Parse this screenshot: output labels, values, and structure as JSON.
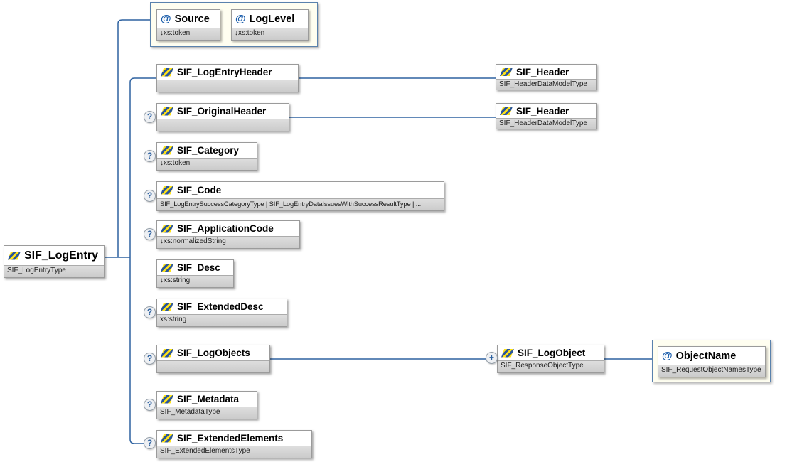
{
  "diagram": {
    "root": {
      "name": "SIF_LogEntry",
      "type": "SIF_LogEntryType"
    },
    "attribute_group": {
      "attributes": [
        {
          "name": "Source",
          "type": "↓xs:token"
        },
        {
          "name": "LogLevel",
          "type": "↓xs:token"
        }
      ]
    },
    "children": [
      {
        "name": "SIF_LogEntryHeader",
        "type": "",
        "optional": false
      },
      {
        "name": "SIF_OriginalHeader",
        "type": "",
        "optional": true
      },
      {
        "name": "SIF_Category",
        "type": "↓xs:token",
        "optional": true
      },
      {
        "name": "SIF_Code",
        "type": "SIF_LogEntrySuccessCategoryType | SIF_LogEntryDataIssuesWithSuccessResultType | ...",
        "optional": true
      },
      {
        "name": "SIF_ApplicationCode",
        "type": "↓xs:normalizedString",
        "optional": true
      },
      {
        "name": "SIF_Desc",
        "type": "↓xs:string",
        "optional": false
      },
      {
        "name": "SIF_ExtendedDesc",
        "type": "xs:string",
        "optional": true
      },
      {
        "name": "SIF_LogObjects",
        "type": "",
        "optional": true
      },
      {
        "name": "SIF_Metadata",
        "type": "SIF_MetadataType",
        "optional": true
      },
      {
        "name": "SIF_ExtendedElements",
        "type": "SIF_ExtendedElementsType",
        "optional": true
      }
    ],
    "linked": {
      "header1": {
        "name": "SIF_Header",
        "type": "SIF_HeaderDataModelType"
      },
      "header2": {
        "name": "SIF_Header",
        "type": "SIF_HeaderDataModelType"
      },
      "logobject": {
        "name": "SIF_LogObject",
        "type": "SIF_ResponseObjectType"
      },
      "objectname": {
        "name": "ObjectName",
        "type": "SIF_RequestObjectNamesType"
      }
    },
    "icons": {
      "optional": "?",
      "repeat": "+",
      "attribute": "@"
    },
    "colors": {
      "line": "#2e62a1",
      "box_border": "#9b9b9b",
      "strip_bg": "#d3d3d3",
      "group_bg": "#fffef0",
      "group_border": "#5a82ad",
      "icon_blue": "#2a5699",
      "icon_yellow": "#ffe216"
    }
  }
}
